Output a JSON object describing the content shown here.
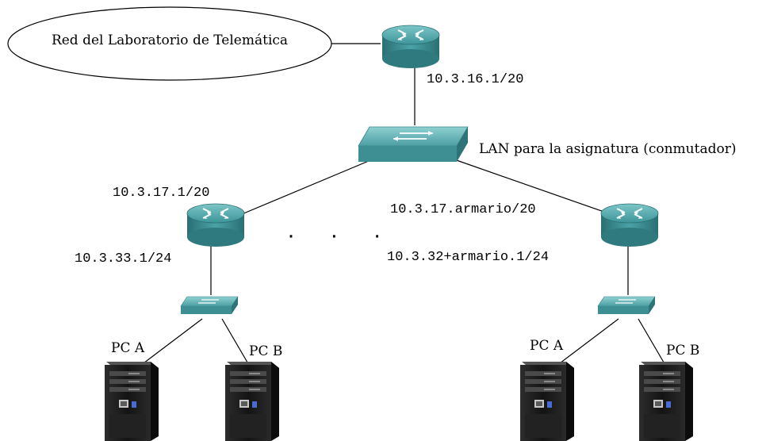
{
  "cloud": {
    "label": "Red del Laboratorio de Telemática"
  },
  "top_router": {
    "address": "10.3.16.1/20"
  },
  "lan_switch": {
    "label": "LAN para la asignatura (conmutador)"
  },
  "left_router": {
    "address_upper": "10.3.17.1/20",
    "address_lower": "10.3.33.1/24"
  },
  "right_router": {
    "address_upper": "10.3.17.armario/20",
    "address_lower": "10.3.32+armario.1/24"
  },
  "ellipsis": "· · ·",
  "left_pcs": [
    {
      "label": "PC A"
    },
    {
      "label": "PC B"
    }
  ],
  "right_pcs": [
    {
      "label": "PC A"
    },
    {
      "label": "PC B"
    }
  ],
  "colors": {
    "router_body": "#3a8f93",
    "router_top": "#5fb3b6",
    "switch_body": "#4e9fa3",
    "pc_body": "#1b1b1b"
  }
}
